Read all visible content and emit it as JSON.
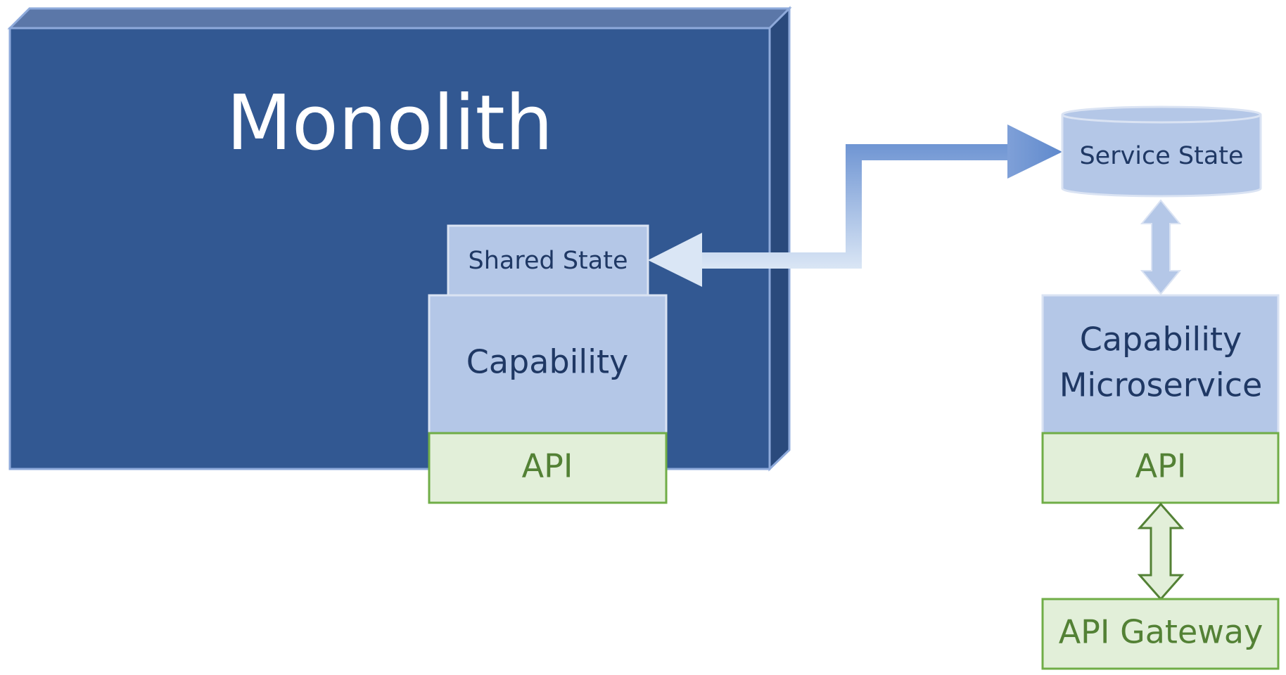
{
  "monolith": {
    "title": "Monolith"
  },
  "shared_state": {
    "label": "Shared State"
  },
  "capability": {
    "label": "Capability"
  },
  "monolith_api": {
    "label": "API"
  },
  "service_state": {
    "label": "Service State"
  },
  "microservice": {
    "line1": "Capability",
    "line2": "Microservice"
  },
  "microservice_api": {
    "label": "API"
  },
  "api_gateway": {
    "label": "API Gateway"
  },
  "colors": {
    "monolith_fill": "#325892",
    "monolith_top": "#5b77a8",
    "monolith_side": "#2a4a7c",
    "monolith_border": "#8eaadb",
    "light_blue_fill": "#b4c7e7",
    "light_blue_border": "#dae3f3",
    "dark_text": "#1f3864",
    "green_fill": "#e2efd9",
    "green_border": "#70ad47",
    "green_text": "#538135",
    "white": "#ffffff"
  }
}
